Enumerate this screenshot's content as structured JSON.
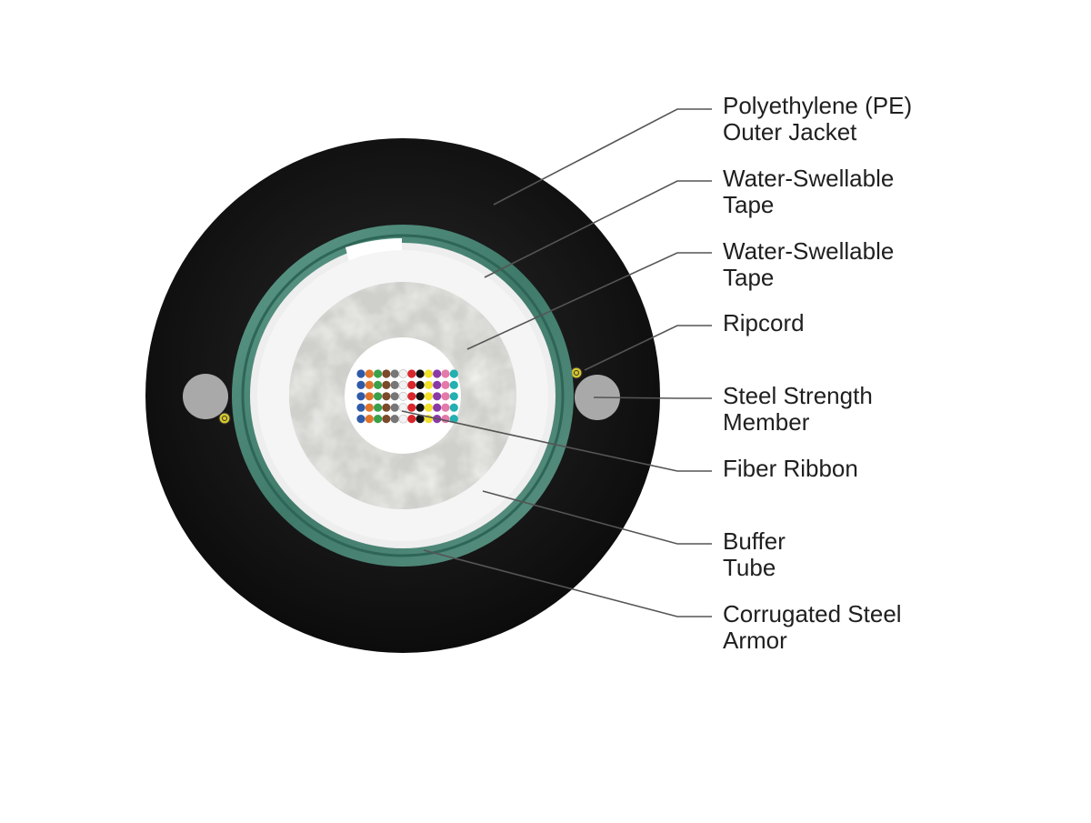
{
  "diagram": {
    "colors": {
      "jacket": "#111111",
      "armor": "#4f8a7a",
      "tape": "#eeeeee",
      "gel": "#cfcfcb",
      "strength_member": "#a9a9a9",
      "leader_line": "#555555"
    },
    "labels": [
      {
        "lines": [
          "Polyethylene (PE)",
          "Outer Jacket"
        ]
      },
      {
        "lines": [
          "Water-Swellable",
          "Tape"
        ]
      },
      {
        "lines": [
          "Water-Swellable",
          "Tape"
        ]
      },
      {
        "lines": [
          "Ripcord"
        ]
      },
      {
        "lines": [
          "Steel Strength",
          "Member"
        ]
      },
      {
        "lines": [
          "Fiber Ribbon"
        ]
      },
      {
        "lines": [
          "Buffer",
          "Tube"
        ]
      },
      {
        "lines": [
          "Corrugated Steel",
          "Armor"
        ]
      }
    ],
    "fiber_colors": [
      "#2f5aa8",
      "#e0742a",
      "#3aa04a",
      "#7b4a2a",
      "#777777",
      "#f2f2f2",
      "#d9262a",
      "#111111",
      "#f1e12a",
      "#8a3aa8",
      "#e47aa8",
      "#23b0b0"
    ]
  }
}
